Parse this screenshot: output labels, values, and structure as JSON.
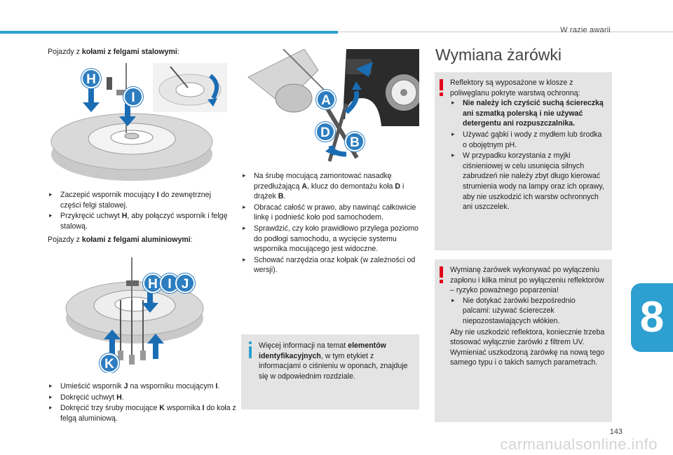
{
  "header": {
    "section": "W razie awarii"
  },
  "chapter_number": "8",
  "page_number": "143",
  "watermark": "carmanualsonline.info",
  "left": {
    "steel_heading": {
      "prefix": "Pojazdy z ",
      "bold": "kołami z felgami stalowymi",
      "suffix": ":"
    },
    "steel_steps": [
      {
        "before": "Zaczepić wspornik mocujący ",
        "bold": "I",
        "after": " do zewnętrznej części felgi stalowej."
      },
      {
        "before": "Przykręcić uchwyt ",
        "bold": "H",
        "after": ", aby połączyć wspornik i felgę stalową."
      }
    ],
    "alu_heading": {
      "prefix": "Pojazdy z ",
      "bold": "kołami z felgami aluminiowymi",
      "suffix": ":"
    },
    "alu_steps": [
      {
        "before": "Umieścić wspornik ",
        "bold": "J",
        "mid": " na wsporniku mocującym ",
        "bold2": "I",
        "after": "."
      },
      {
        "before": "Dokręcić uchwyt ",
        "bold": "H",
        "after": "."
      },
      {
        "before": "Dokręcić trzy śruby mocujące ",
        "bold": "K",
        "mid": " wspornika ",
        "bold2": "I",
        "after": " do koła z felgą aluminiową."
      }
    ],
    "callouts_steel": [
      "H",
      "I"
    ],
    "callouts_alu": [
      "H",
      "I",
      "J",
      "K"
    ]
  },
  "middle": {
    "callouts": [
      "A",
      "D",
      "B"
    ],
    "steps": [
      {
        "before": "Na śrubę mocującą zamontować nasadkę przedłużającą ",
        "b1": "A",
        "m1": ", klucz do demontażu koła ",
        "b2": "D",
        "m2": " i drążek ",
        "b3": "B",
        "after": "."
      },
      {
        "text": "Obracać całość w prawo, aby nawinąć całkowicie linkę i podnieść koło pod samochodem."
      },
      {
        "text": "Sprawdzić, czy koło prawidłowo przylega poziomo do podłogi samochodu, a wycięcie systemu wspornika mocującego jest widoczne."
      },
      {
        "text": "Schować narzędzia oraz kołpak (w zależności od wersji)."
      }
    ],
    "info": {
      "before": "Więcej informacji na temat ",
      "bold": "elementów identyfikacyjnych",
      "after": ", w tym etykiet z informacjami o ciśnieniu w oponach, znajduje się w odpowiednim rozdziale."
    }
  },
  "right": {
    "title": "Wymiana żarówki",
    "warning1": {
      "intro": "Reflektory są wyposażone w klosze z poliwęglanu pokryte warstwą ochronną:",
      "items": [
        {
          "bold": "Nie należy ich czyścić suchą ściereczką ani szmatką polerską i nie używać detergentu ani rozpuszczalnika."
        },
        {
          "text": "Używać gąbki i wody z mydłem lub środka o obojętnym pH."
        },
        {
          "text": "W przypadku korzystania z myjki ciśnieniowej w celu usunięcia silnych zabrudzeń nie należy zbyt długo kierować strumienia wody na lampy oraz ich oprawy, aby nie uszkodzić ich warstw ochronnych ani uszczelek."
        }
      ]
    },
    "warning2": {
      "intro": "Wymianę żarówek wykonywać po wyłączeniu zapłonu i kilka minut po wyłączeniu reflektorów – ryzyko poważnego poparzenia!",
      "items": [
        {
          "text": "Nie dotykać żarówki bezpośrednio palcami: używać ściereczek niepozostawiających włókien."
        }
      ],
      "p2": "Aby nie uszkodzić reflektora, koniecznie trzeba stosować wyłącznie żarówki z filtrem UV.",
      "p3": "Wymieniać uszkodzoną żarówkę na nową tego samego typu i o takich samych parametrach."
    }
  },
  "colors": {
    "accent": "#2d9fd0",
    "callout": "#2d7ec0",
    "warning": "#e3001b",
    "box": "#e4e4e4"
  }
}
